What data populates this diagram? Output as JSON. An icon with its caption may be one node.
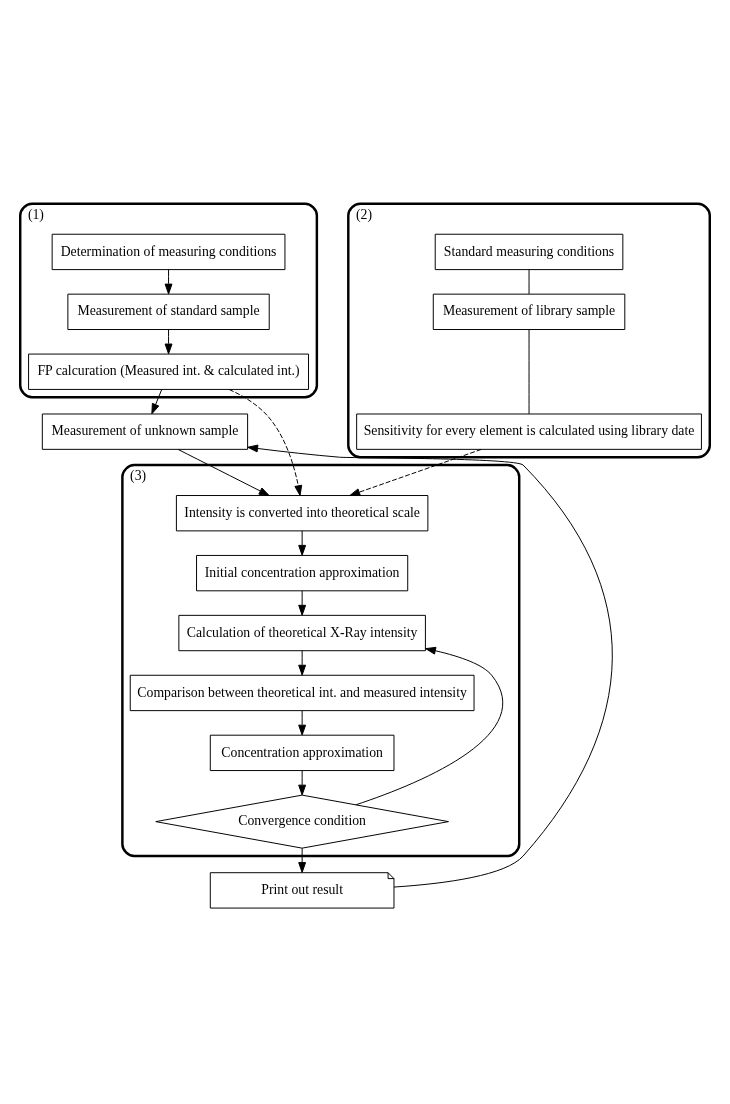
{
  "diagram": {
    "nodes": [
      {
        "text": [
          "(1)"
        ]
      },
      {
        "text": [
          "Determination of measuring conditions"
        ],
        "in": 0
      },
      {
        "text": [
          "Measurement of standard sample"
        ],
        "in": 0
      },
      {
        "text": [
          "FP calcuration (Measured int. & calculated int.)"
        ],
        "in": 0
      },
      {
        "text": [
          "(2)"
        ]
      },
      {
        "text": [
          "Standard measuring conditions"
        ],
        "in": 4
      },
      {
        "text": [
          "Measurement of library sample"
        ],
        "in": 4
      },
      {
        "text": [
          "Sensitivity for every element is calculated using library date"
        ],
        "in": 4
      },
      {
        "text": [
          "Measurement of unknown sample"
        ]
      },
      {
        "text": [
          "(3)"
        ]
      },
      {
        "text": [
          "Intensity is converted into theoretical scale"
        ],
        "in": 9
      },
      {
        "text": [
          "Initial concentration approximation"
        ],
        "in": 9
      },
      {
        "text": [
          "Calculation of theoretical X-Ray intensity"
        ],
        "in": 9
      },
      {
        "text": [
          "Comparison between theoretical int. and measured intensity"
        ],
        "in": 9
      },
      {
        "text": [
          "Concentration approximation"
        ],
        "in": 9
      },
      {
        "text": [
          "Convergence condition"
        ],
        "in": 9
      },
      {
        "text": [
          "Print out result"
        ]
      }
    ],
    "edges": [
      {
        "from": 1,
        "to": 2,
        "arrow": "to"
      },
      {
        "from": 2,
        "to": 3,
        "arrow": "to"
      },
      {
        "from": 3,
        "to": 8,
        "arrow": "to"
      },
      {
        "from": 5,
        "to": 6,
        "arrow": "none"
      },
      {
        "from": 6,
        "to": 7,
        "arrow": "none"
      },
      {
        "from": 3,
        "to": 10,
        "arrow": "to",
        "style": "dashed"
      },
      {
        "from": 7,
        "to": 10,
        "arrow": "to",
        "style": "dashed"
      },
      {
        "from": 8,
        "to": 10,
        "arrow": "to"
      },
      {
        "from": 10,
        "to": 11,
        "arrow": "to"
      },
      {
        "from": 11,
        "to": 12,
        "arrow": "to"
      },
      {
        "from": 12,
        "to": 13,
        "arrow": "to"
      },
      {
        "from": 13,
        "to": 14,
        "arrow": "to"
      },
      {
        "from": 14,
        "to": 15,
        "arrow": "to"
      },
      {
        "from": 15,
        "to": 12,
        "arrow": "to"
      },
      {
        "from": 15,
        "to": 16,
        "arrow": "to"
      },
      {
        "from": 16,
        "to": 8,
        "arrow": "to"
      }
    ]
  }
}
